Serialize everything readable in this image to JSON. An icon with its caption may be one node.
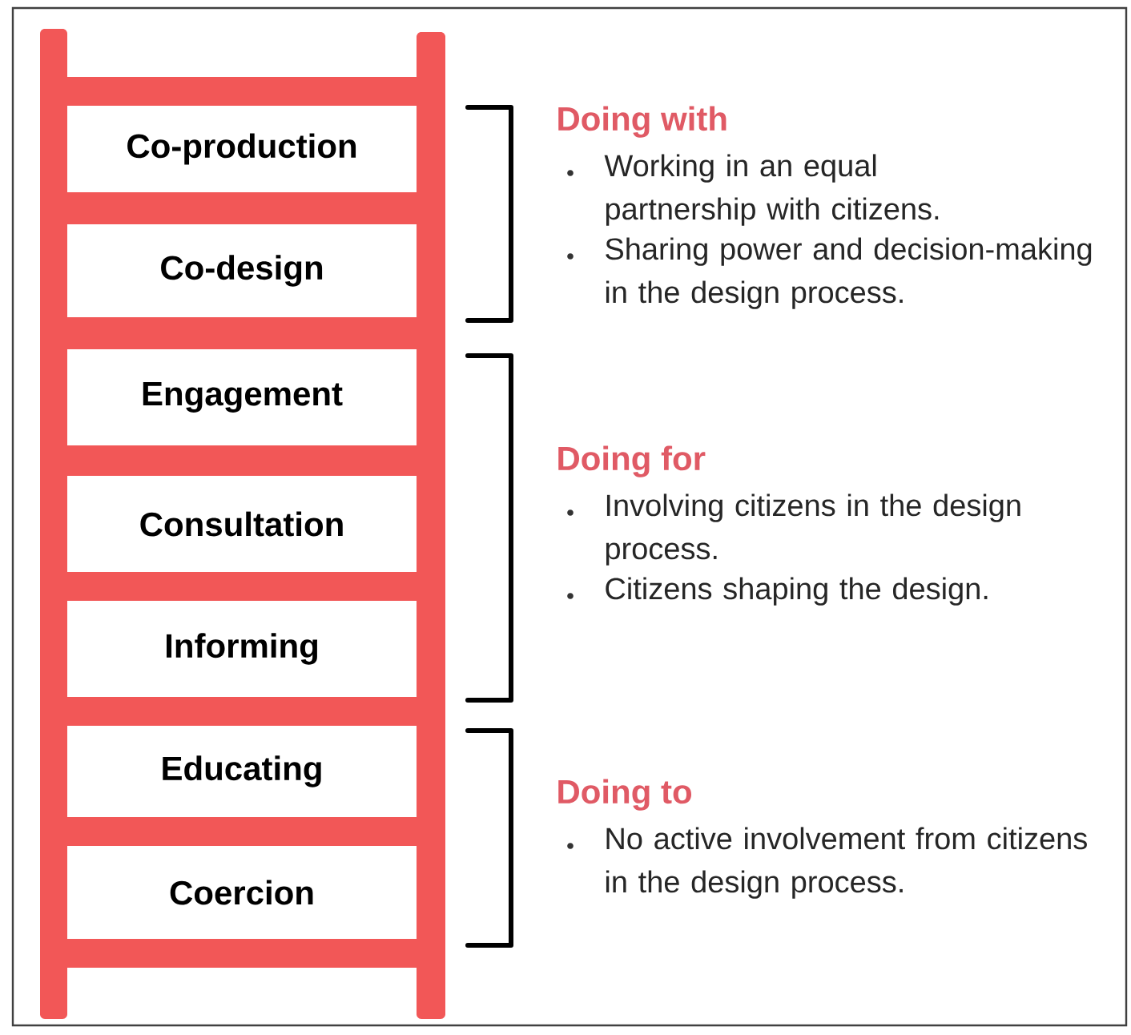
{
  "diagram": {
    "nodes": [
      {
        "text": [
          "Co-production"
        ]
      },
      {
        "text": [
          "Co-design"
        ]
      },
      {
        "text": [
          "Engagement"
        ]
      },
      {
        "text": [
          "Consultation"
        ]
      },
      {
        "text": [
          "Informing"
        ]
      },
      {
        "text": [
          "Educating"
        ]
      },
      {
        "text": [
          "Coercion"
        ]
      }
    ],
    "labels": [
      "Doing with",
      "Working in an equal partnership with citizens.",
      "Sharing power and decision-making in the design process.",
      "Doing for",
      "Involving citizens in the design process.",
      "Citizens shaping the design.",
      "Doing to",
      "No active involvement from citizens in the design process."
    ]
  }
}
